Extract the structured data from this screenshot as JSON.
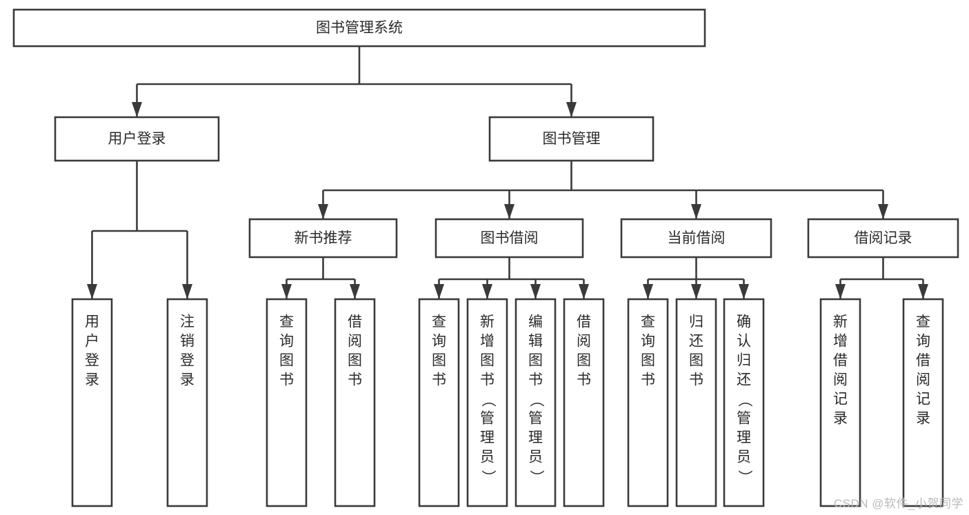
{
  "diagram": {
    "title": "图书管理系统",
    "type": "tree",
    "colors": {
      "box_fill": "#ffffff",
      "box_stroke": "#3a3a3a",
      "text": "#2b2b2b",
      "watermark": "#b9b9b9"
    },
    "root": {
      "label": "图书管理系统"
    },
    "level2": [
      {
        "label": "用户登录"
      },
      {
        "label": "图书管理"
      }
    ],
    "level3": [
      {
        "label": "新书推荐"
      },
      {
        "label": "图书借阅"
      },
      {
        "label": "当前借阅"
      },
      {
        "label": "借阅记录"
      }
    ],
    "leaves": {
      "user_login": [
        {
          "label": "用户登录"
        },
        {
          "label": "注销登录"
        }
      ],
      "new_book": [
        {
          "label": "查询图书"
        },
        {
          "label": "借阅图书"
        }
      ],
      "book_borrow": [
        {
          "label": "查询图书"
        },
        {
          "label": "新增图书（管理员）"
        },
        {
          "label": "编辑图书（管理员）"
        },
        {
          "label": "借阅图书"
        }
      ],
      "current_borrow": [
        {
          "label": "查询图书"
        },
        {
          "label": "归还图书"
        },
        {
          "label": "确认归还（管理员）"
        }
      ],
      "borrow_record": [
        {
          "label": "新增借阅记录"
        },
        {
          "label": "查询借阅记录"
        }
      ]
    }
  },
  "watermark": {
    "text": "CSDN @软件_小贺同学"
  }
}
